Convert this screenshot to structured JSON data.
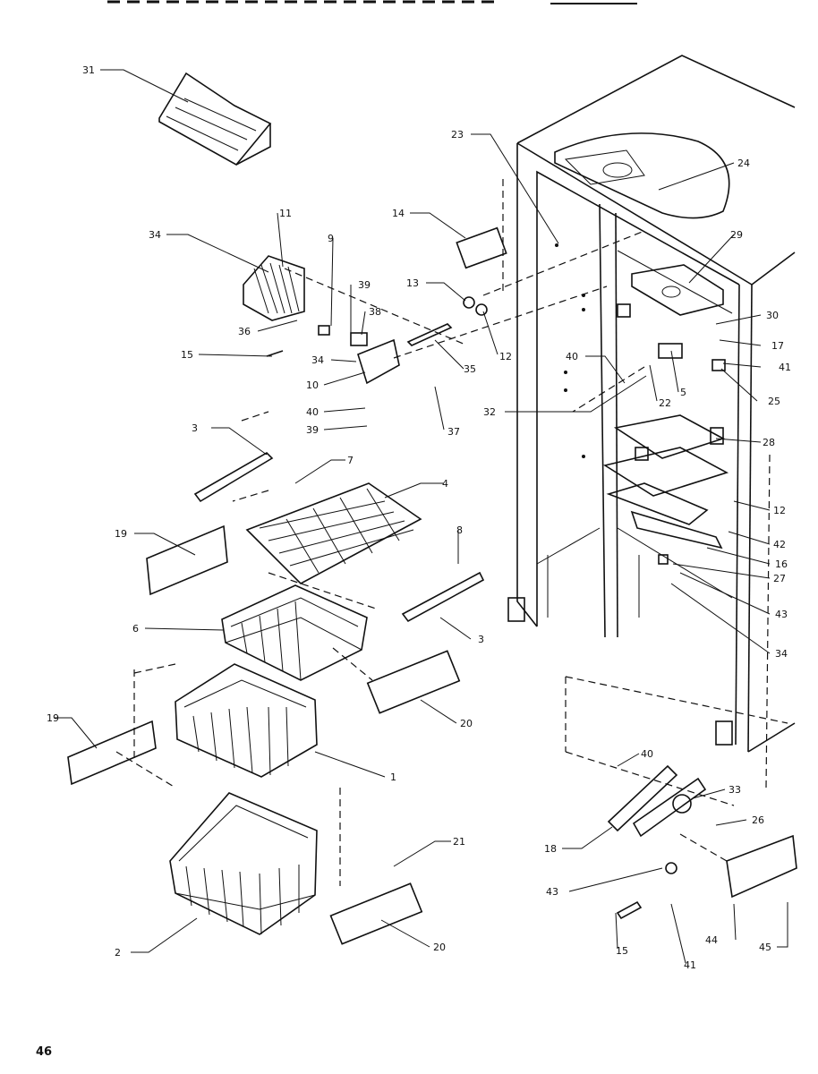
{
  "page_number": "46",
  "labels": [
    {
      "id": "31a",
      "text": "31"
    },
    {
      "id": "23a",
      "text": "23"
    },
    {
      "id": "24a",
      "text": "24"
    },
    {
      "id": "11a",
      "text": "11"
    },
    {
      "id": "14a",
      "text": "14"
    },
    {
      "id": "34a",
      "text": "34"
    },
    {
      "id": "9a",
      "text": "9"
    },
    {
      "id": "29a",
      "text": "29"
    },
    {
      "id": "39a",
      "text": "39"
    },
    {
      "id": "13a",
      "text": "13"
    },
    {
      "id": "38a",
      "text": "38"
    },
    {
      "id": "36a",
      "text": "36"
    },
    {
      "id": "30a",
      "text": "30"
    },
    {
      "id": "15a",
      "text": "15"
    },
    {
      "id": "17a",
      "text": "17"
    },
    {
      "id": "12a",
      "text": "12"
    },
    {
      "id": "34b",
      "text": "34"
    },
    {
      "id": "35a",
      "text": "35"
    },
    {
      "id": "40a",
      "text": "40"
    },
    {
      "id": "41a",
      "text": "41"
    },
    {
      "id": "10a",
      "text": "10"
    },
    {
      "id": "5a",
      "text": "5"
    },
    {
      "id": "22a",
      "text": "22"
    },
    {
      "id": "25a",
      "text": "25"
    },
    {
      "id": "40b",
      "text": "40"
    },
    {
      "id": "32a",
      "text": "32"
    },
    {
      "id": "39b",
      "text": "39"
    },
    {
      "id": "37a",
      "text": "37"
    },
    {
      "id": "3a",
      "text": "3"
    },
    {
      "id": "28a",
      "text": "28"
    },
    {
      "id": "7a",
      "text": "7"
    },
    {
      "id": "4a",
      "text": "4"
    },
    {
      "id": "12b",
      "text": "12"
    },
    {
      "id": "19a",
      "text": "19"
    },
    {
      "id": "8a",
      "text": "8"
    },
    {
      "id": "42a",
      "text": "42"
    },
    {
      "id": "16a",
      "text": "16"
    },
    {
      "id": "27a",
      "text": "27"
    },
    {
      "id": "6a",
      "text": "6"
    },
    {
      "id": "3b",
      "text": "3"
    },
    {
      "id": "43a",
      "text": "43"
    },
    {
      "id": "34c",
      "text": "34"
    },
    {
      "id": "20a",
      "text": "20"
    },
    {
      "id": "19b",
      "text": "19"
    },
    {
      "id": "1a",
      "text": "1"
    },
    {
      "id": "40c",
      "text": "40"
    },
    {
      "id": "33a",
      "text": "33"
    },
    {
      "id": "18a",
      "text": "18"
    },
    {
      "id": "26a",
      "text": "26"
    },
    {
      "id": "21a",
      "text": "21"
    },
    {
      "id": "43b",
      "text": "43"
    },
    {
      "id": "20b",
      "text": "20"
    },
    {
      "id": "2a",
      "text": "2"
    },
    {
      "id": "15b",
      "text": "15"
    },
    {
      "id": "41b",
      "text": "41"
    },
    {
      "id": "44a",
      "text": "44"
    },
    {
      "id": "45a",
      "text": "45"
    }
  ]
}
